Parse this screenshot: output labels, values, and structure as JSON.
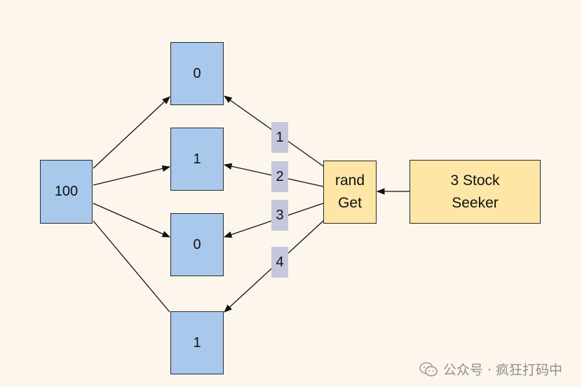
{
  "diagram": {
    "source_node": {
      "label": "100"
    },
    "bucket_nodes": [
      {
        "label": "0"
      },
      {
        "label": "1"
      },
      {
        "label": "0"
      },
      {
        "label": "1"
      }
    ],
    "rand_get_node": {
      "label": "rand\nGet"
    },
    "stock_seeker_node": {
      "label": "3 Stock\nSeeker"
    },
    "edge_labels": [
      "1",
      "2",
      "3",
      "4"
    ]
  },
  "watermark": {
    "icon": "wechat-icon",
    "text": "公众号 · 疯狂打码中"
  },
  "colors": {
    "background": "#fdf6ec",
    "bucket_fill": "#a8c8ec",
    "process_fill": "#fde6a6",
    "edge_label_fill": "#c5c7dc"
  }
}
